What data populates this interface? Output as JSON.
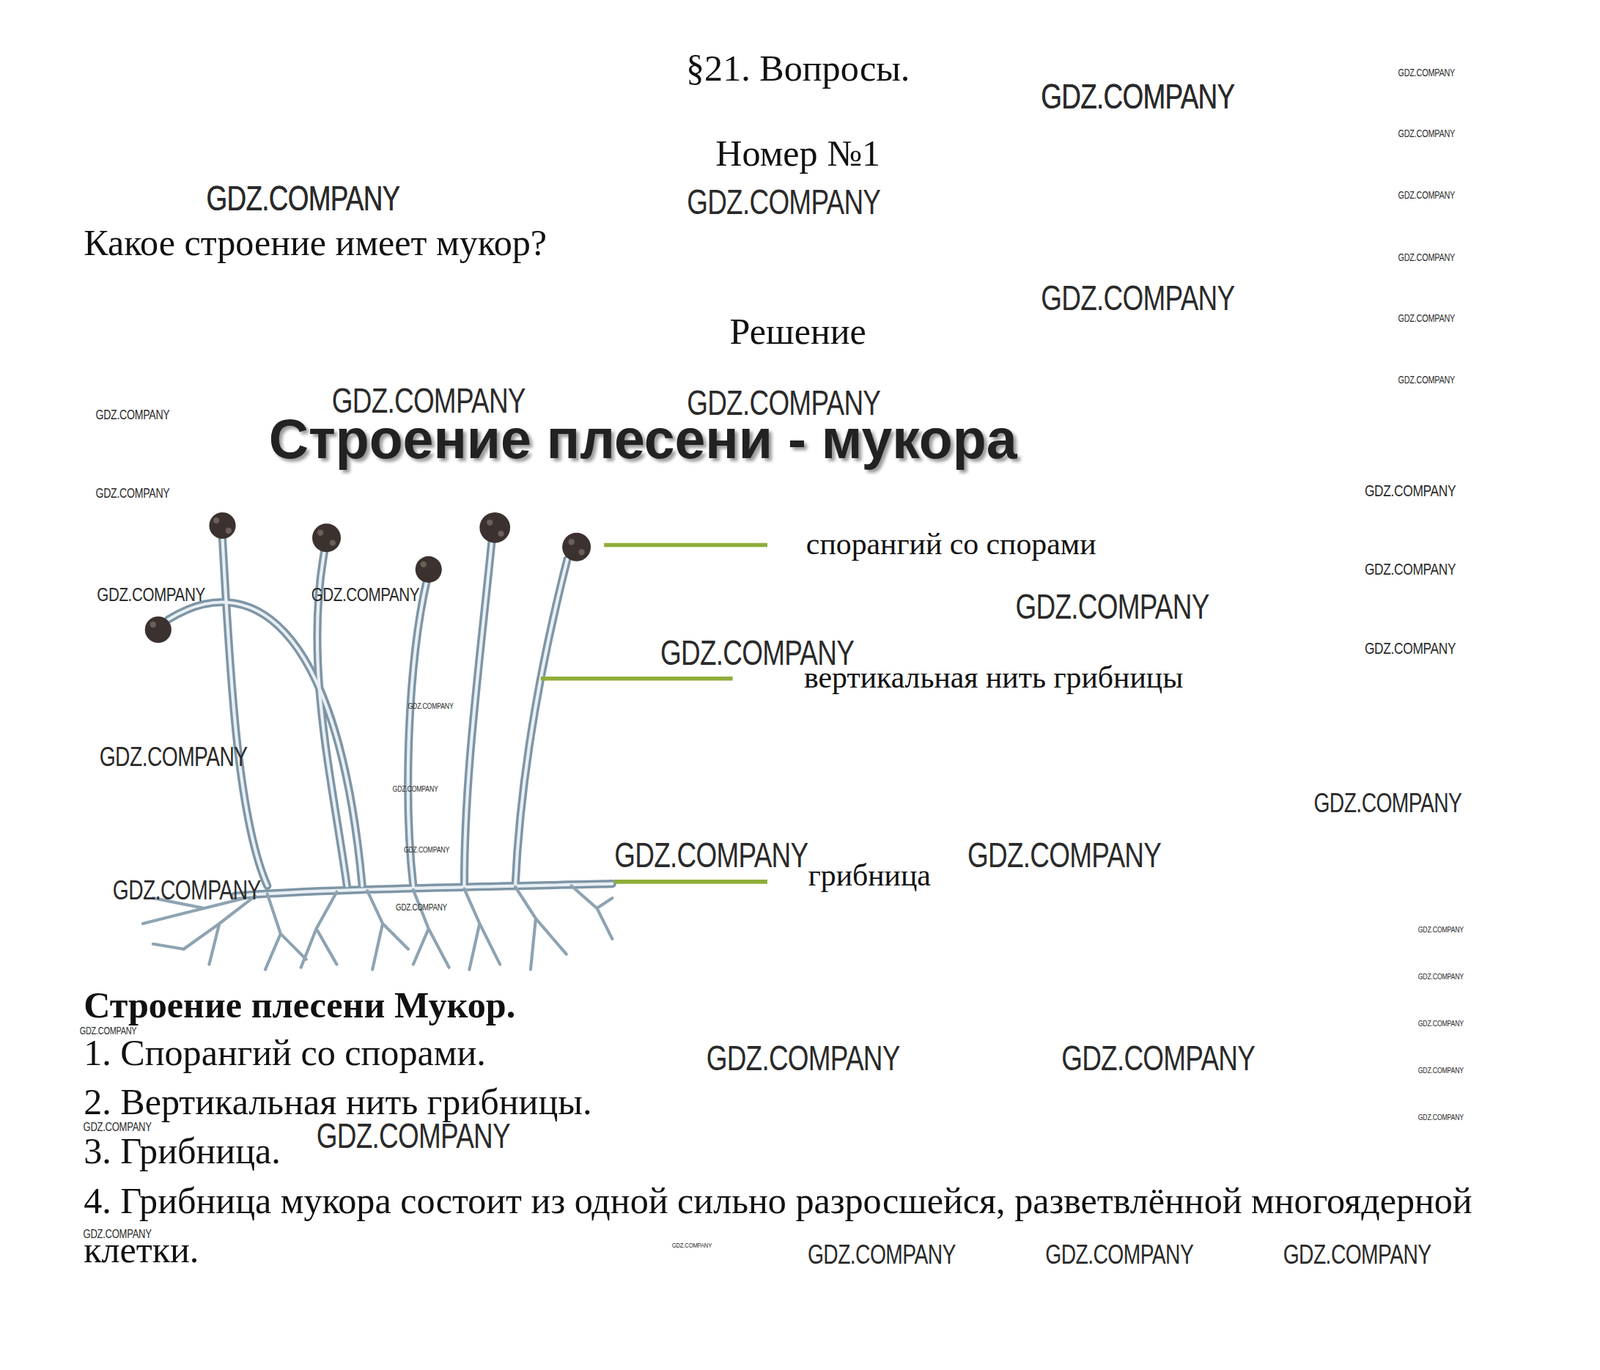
{
  "diagram": {
    "title": "§21. Вопросы.",
    "labels": [
      "Номер №1",
      "Какое строение имеет мукор?",
      "Решение",
      "Строение плесени - мукора",
      "спорангий со спорами",
      "вертикальная нить грибницы",
      "грибница",
      "Строение плесени Мукор.",
      "1. Спорангий со спорами.",
      "2. Вертикальная нить грибницы.",
      "3. Грибница.",
      "4. Грибница мукора состоит из одной сильно разросшейся, разветвлённой многоядерной клетки.",
      "GDZ.COMPANY",
      "GDZ.COMPANY",
      "GDZ.COMPANY",
      "GDZ.COMPANY",
      "GDZ.COMPANY",
      "GDZ.COMPANY",
      "GDZ.COMPANY",
      "GDZ.COMPANY",
      "GDZ.COMPANY",
      "GDZ.COMPANY",
      "GDZ.COMPANY",
      "GDZ.COMPANY",
      "GDZ.COMPANY",
      "GDZ.COMPANY",
      "GDZ.COMPANY",
      "GDZ.COMPANY",
      "GDZ.COMPANY",
      "GDZ.COMPANY",
      "GDZ.COMPANY",
      "GDZ.COMPANY",
      "GDZ.COMPANY",
      "GDZ.COMPANY",
      "GDZ.COMPANY",
      "GDZ.COMPANY",
      "GDZ.COMPANY",
      "GDZ.COMPANY",
      "GDZ.COMPANY",
      "GDZ.COMPANY",
      "GDZ.COMPANY",
      "GDZ.COMPANY",
      "GDZ.COMPANY",
      "GDZ.COMPANY",
      "GDZ.COMPANY",
      "GDZ.COMPANY",
      "GDZ.COMPANY",
      "GDZ.COMPANY",
      "GDZ.COMPANY",
      "GDZ.COMPANY",
      "GDZ.COMPANY",
      "GDZ.COMPANY",
      "GDZ.COMPANY",
      "GDZ.COMPANY",
      "GDZ.COMPANY",
      "GDZ.COMPANY",
      "GDZ.COMPANY",
      "GDZ.COMPANY",
      "GDZ.COMPANY"
    ]
  }
}
